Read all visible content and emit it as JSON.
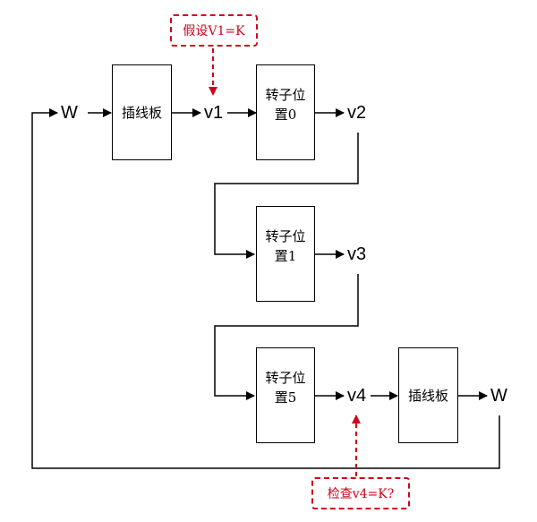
{
  "diagram": {
    "nodes": {
      "plugboard_in": "插线板",
      "rotor0": "转子位置0",
      "rotor1": "转子位置1",
      "rotor5": "转子位置5",
      "plugboard_out": "插线板"
    },
    "labels": {
      "w_in": "W",
      "v1": "v1",
      "v2": "v2",
      "v3": "v3",
      "v4": "v4",
      "w_out": "W"
    },
    "annotations": {
      "assume": "假设V1=K",
      "check": "检查v4=K?"
    },
    "colors": {
      "line": "#000000",
      "annotation": "#d0021b"
    }
  }
}
